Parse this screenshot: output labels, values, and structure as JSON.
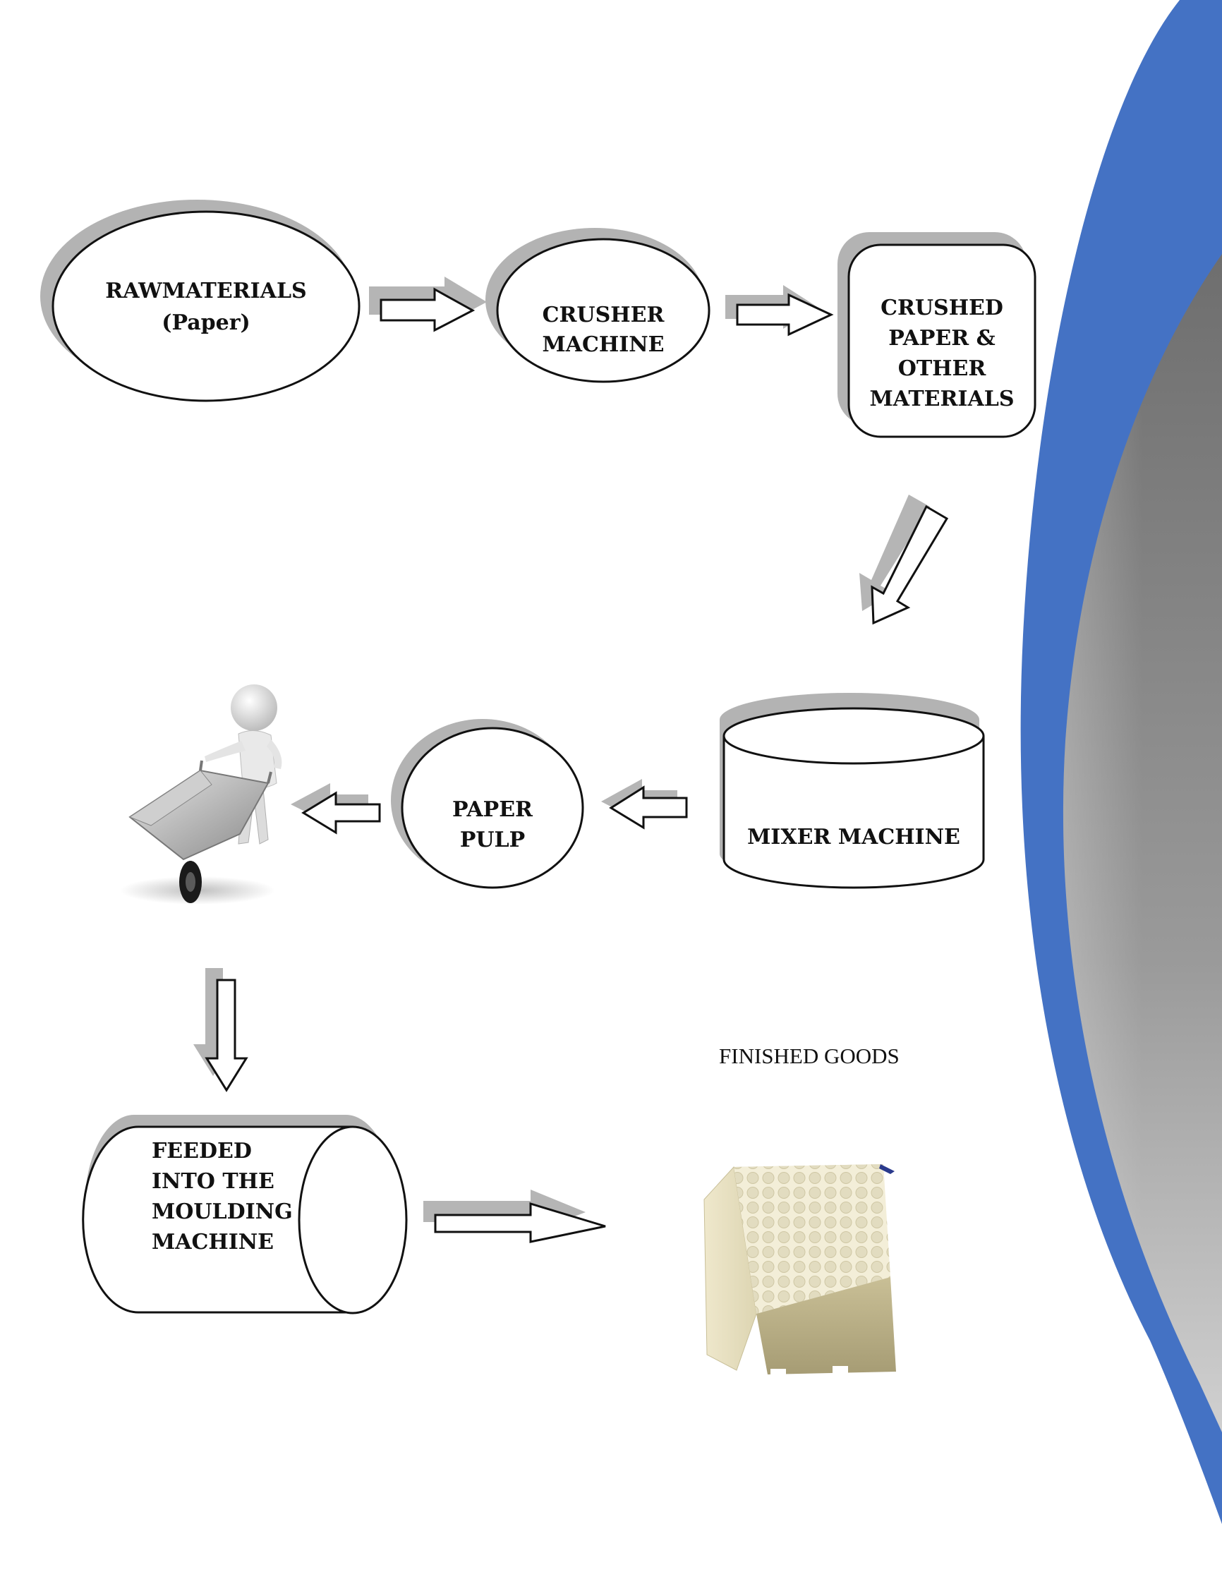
{
  "nodes": {
    "raw_materials": {
      "lines": [
        "RAWMATERIALS",
        "(Paper)"
      ]
    },
    "crusher_machine": {
      "lines": [
        "CRUSHER",
        "MACHINE"
      ]
    },
    "crushed_paper": {
      "lines": [
        "CRUSHED",
        "PAPER &",
        "OTHER",
        "MATERIALS"
      ]
    },
    "mixer_machine": {
      "lines": [
        "MIXER MACHINE"
      ]
    },
    "paper_pulp": {
      "lines": [
        "PAPER",
        "PULP"
      ]
    },
    "moulding_machine": {
      "lines": [
        "FEEDED",
        "INTO THE",
        "MOULDING",
        "MACHINE"
      ]
    },
    "finished_goods": {
      "label": "FINISHED GOODS"
    }
  },
  "icons": {
    "person": "person-with-wheelbarrow-icon",
    "product": "honeycomb-briquette-icon"
  },
  "colors": {
    "side_band_blue": "#4472c4",
    "side_band_gray": "#8c8c8c",
    "arrow_shadow": "#b5b5b5",
    "shape_shadow": "#b3b3b3",
    "outline": "#111111"
  }
}
